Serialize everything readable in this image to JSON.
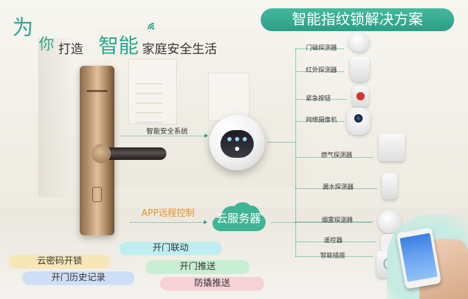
{
  "headline": {
    "wei": "为",
    "ni": "你",
    "make": "打造",
    "smart": "智能",
    "rest": "家庭安全生活"
  },
  "title": "智能指纹锁解决方案",
  "hub_label": "智能安全系统",
  "app_label": "APP远程控制",
  "cloud_label": "云服务器",
  "devices": [
    {
      "label": "门磁探测器"
    },
    {
      "label": "红外探测器"
    },
    {
      "label": "紧急按钮"
    },
    {
      "label": "网络摄像机"
    },
    {
      "label": "燃气探测器"
    },
    {
      "label": "漏水探测器"
    },
    {
      "label": "烟雾探测器"
    },
    {
      "label": "遥控器"
    },
    {
      "label": "智能插座"
    }
  ],
  "features": {
    "cloud_password": "云密码开锁",
    "history": "开门历史记录",
    "linkage": "开门联动",
    "push_open": "开门推送",
    "anti_pry": "防撬推送"
  },
  "colors": {
    "accent": "#2ba68d",
    "app_orange": "#e9912f"
  }
}
